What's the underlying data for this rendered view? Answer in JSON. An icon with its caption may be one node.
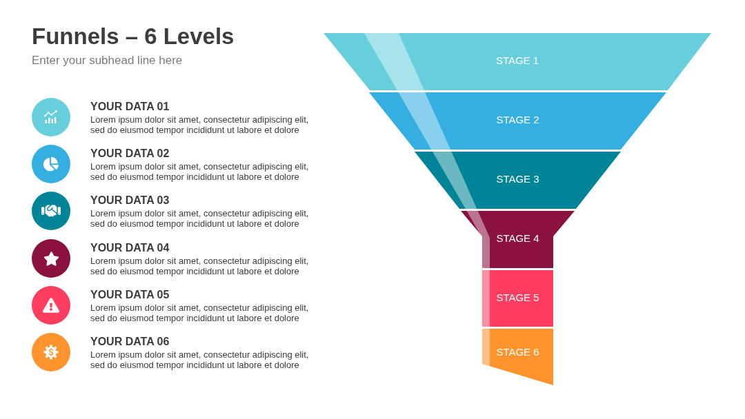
{
  "diagram": {
    "title": "Funnels – 6 Levels",
    "nodes": [
      {
        "text": [
          "STAGE 1"
        ]
      },
      {
        "text": [
          "STAGE 2"
        ]
      },
      {
        "text": [
          "STAGE 3"
        ]
      },
      {
        "text": [
          "STAGE 4"
        ]
      },
      {
        "text": [
          "STAGE 5"
        ]
      },
      {
        "text": [
          "STAGE 6"
        ]
      }
    ],
    "labels": [
      "Enter your subhead line here",
      "YOUR DATA 01",
      "Lorem ipsum dolor sit amet, consectetur adipiscing elit, sed do eiusmod tempor incididunt ut labore et dolore",
      "YOUR DATA 02",
      "Lorem ipsum dolor sit amet, consectetur adipiscing elit, sed do eiusmod tempor incididunt ut labore et dolore",
      "YOUR DATA 03",
      "Lorem ipsum dolor sit amet, consectetur adipiscing elit, sed do eiusmod tempor incididunt ut labore et dolore",
      "YOUR DATA 04",
      "Lorem ipsum dolor sit amet, consectetur adipiscing elit, sed do eiusmod tempor incididunt ut labore et dolore",
      "YOUR DATA 05",
      "Lorem ipsum dolor sit amet, consectetur adipiscing elit, sed do eiusmod tempor incididunt ut labore et dolore",
      "YOUR DATA 06",
      "Lorem ipsum dolor sit amet, consectetur adipiscing elit, sed do eiusmod tempor incididunt ut labore et dolore"
    ]
  }
}
